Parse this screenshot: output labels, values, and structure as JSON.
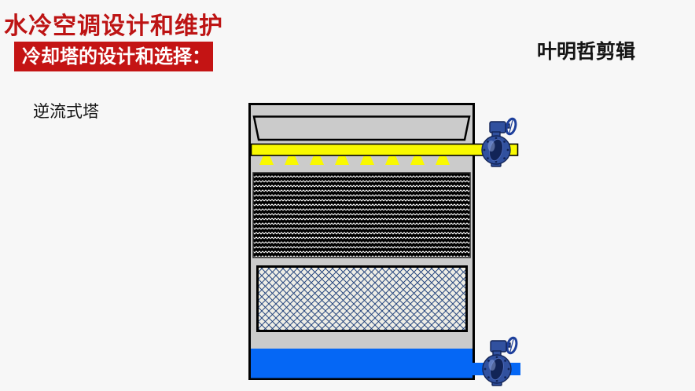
{
  "page": {
    "title": "水冷空调设计和维护",
    "banner": "冷却塔的设计和选择：",
    "credit": "叶明哲剪辑",
    "diagram_label": "逆流式塔"
  },
  "diagram": {
    "type": "counterflow-cooling-tower-schematic",
    "parts": [
      "tower-shell",
      "fan-housing-louver",
      "spray-header-pipe",
      "spray-nozzles",
      "fill-packing-black",
      "lattice-packing",
      "water-basin",
      "outlet-pipe",
      "inlet-butterfly-valve",
      "outlet-butterfly-valve"
    ]
  },
  "colors": {
    "background": "#f7f7f7",
    "title_red": "#bd1414",
    "banner_red": "#c41414",
    "banner_text": "#ffffff",
    "text_black": "#151515",
    "tower_gray": "#cbcbcb",
    "outline": "#000000",
    "pipe_yellow": "#f9f900",
    "water_blue": "#0567f5",
    "valve_blue": "#31519f",
    "valve_dark": "#122457",
    "valve_wheel": "#1d3f9b",
    "lattice_line": "#27477e",
    "lattice_bg": "#efeee6",
    "zigzag_bg": "#000000",
    "zigzag_line": "#ffffff"
  }
}
